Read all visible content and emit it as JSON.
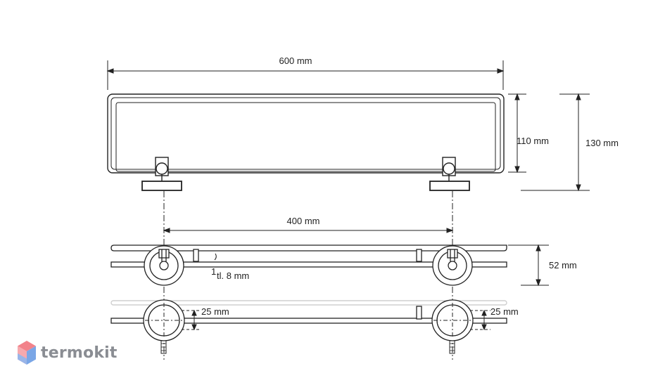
{
  "dimensions": {
    "overall_width": "600 mm",
    "inner_height": "110 mm",
    "overall_height": "130 mm",
    "bracket_spacing": "400 mm",
    "depth": "52 mm",
    "glass_thickness": "tl. 8 mm",
    "thickness_marker": "1",
    "mount_left_offset": "25 mm",
    "mount_right_offset": "25 mm"
  },
  "brand": {
    "name": "termokit",
    "colors": {
      "top": "#f2828a",
      "bottom": "#7aa6e6",
      "text": "#8a8d93"
    }
  },
  "colors": {
    "line": "#222222",
    "glass": "#cfcfcf"
  }
}
